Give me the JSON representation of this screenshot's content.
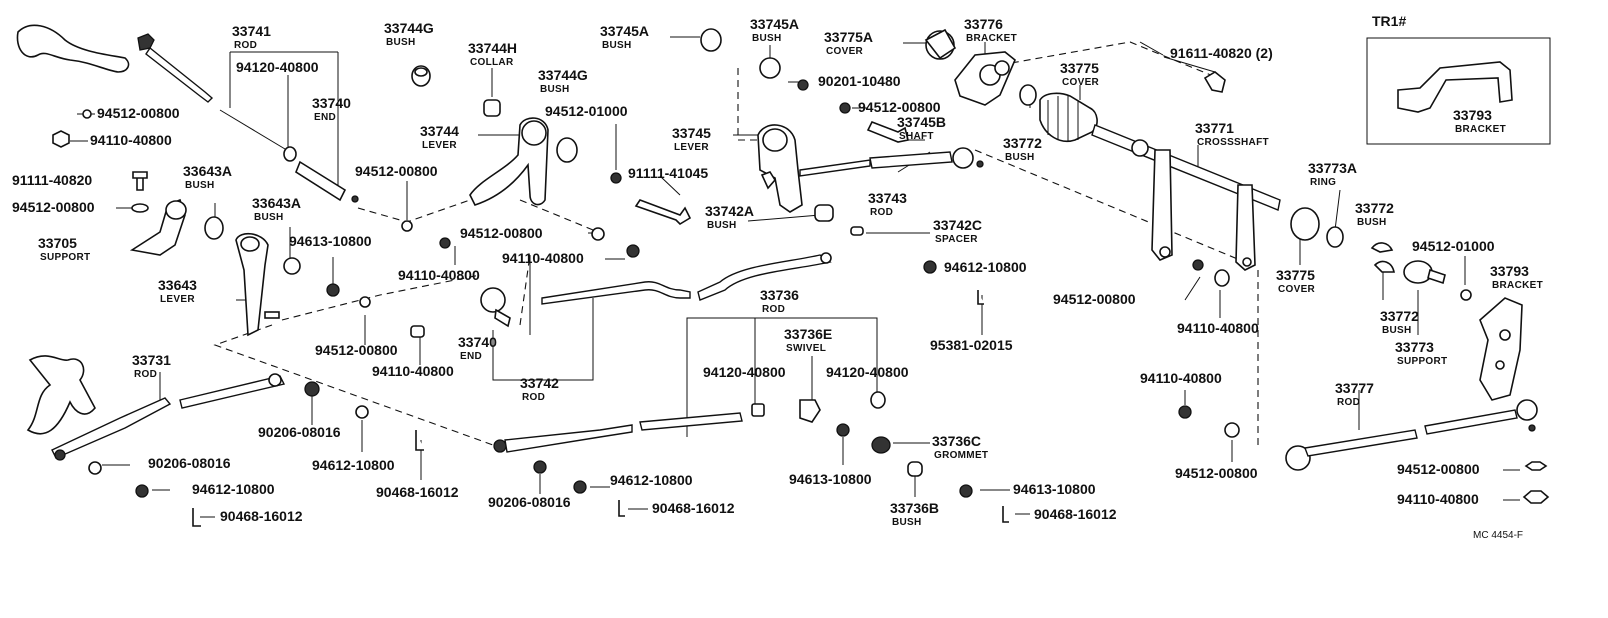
{
  "labels": [
    {
      "id": "p33741",
      "num": "33741",
      "name": "ROD"
    },
    {
      "id": "p94120a",
      "num": "94120-40800",
      "name": ""
    },
    {
      "id": "p33740a",
      "num": "33740",
      "name": "END"
    },
    {
      "id": "p94512a",
      "num": "94512-00800",
      "name": ""
    },
    {
      "id": "p94110a",
      "num": "94110-40800",
      "name": ""
    },
    {
      "id": "p91111a",
      "num": "91111-40820",
      "name": ""
    },
    {
      "id": "p94512b",
      "num": "94512-00800",
      "name": ""
    },
    {
      "id": "p33643Aa",
      "num": "33643A",
      "name": "BUSH"
    },
    {
      "id": "p33643Ab",
      "num": "33643A",
      "name": "BUSH"
    },
    {
      "id": "p33705",
      "num": "33705",
      "name": "SUPPORT"
    },
    {
      "id": "p33643",
      "num": "33643",
      "name": "LEVER"
    },
    {
      "id": "p94613a",
      "num": "94613-10800",
      "name": ""
    },
    {
      "id": "p33731",
      "num": "33731",
      "name": "ROD"
    },
    {
      "id": "p90206a",
      "num": "90206-08016",
      "name": ""
    },
    {
      "id": "p94612a",
      "num": "94612-10800",
      "name": ""
    },
    {
      "id": "p90468a",
      "num": "90468-16012",
      "name": ""
    },
    {
      "id": "p90206b",
      "num": "90206-08016",
      "name": ""
    },
    {
      "id": "p94612b",
      "num": "94612-10800",
      "name": ""
    },
    {
      "id": "p90468b",
      "num": "90468-16012",
      "name": ""
    },
    {
      "id": "p33744G",
      "num": "33744G",
      "name": "BUSH"
    },
    {
      "id": "p33744H",
      "num": "33744H",
      "name": "COLLAR"
    },
    {
      "id": "p33744Gb",
      "num": "33744G",
      "name": "BUSH"
    },
    {
      "id": "p33744",
      "num": "33744",
      "name": "LEVER"
    },
    {
      "id": "p94512c",
      "num": "94512-00800",
      "name": ""
    },
    {
      "id": "p94512d",
      "num": "94512-01000",
      "name": ""
    },
    {
      "id": "p94512e",
      "num": "94512-00800",
      "name": ""
    },
    {
      "id": "p94110b",
      "num": "94110-40800",
      "name": ""
    },
    {
      "id": "p94110c",
      "num": "94110-40800",
      "name": ""
    },
    {
      "id": "p94512f",
      "num": "94512-00800",
      "name": ""
    },
    {
      "id": "p94110d",
      "num": "94110-40800",
      "name": ""
    },
    {
      "id": "p33740b",
      "num": "33740",
      "name": "END"
    },
    {
      "id": "p33742",
      "num": "33742",
      "name": "ROD"
    },
    {
      "id": "p33745Aa",
      "num": "33745A",
      "name": "BUSH"
    },
    {
      "id": "p33745Ab",
      "num": "33745A",
      "name": "BUSH"
    },
    {
      "id": "p90201",
      "num": "90201-10480",
      "name": ""
    },
    {
      "id": "p91111b",
      "num": "91111-41045",
      "name": ""
    },
    {
      "id": "p33745",
      "num": "33745",
      "name": "LEVER"
    },
    {
      "id": "p33745B",
      "num": "33745B",
      "name": "SHAFT"
    },
    {
      "id": "p94512g",
      "num": "94512-00800",
      "name": ""
    },
    {
      "id": "p33743",
      "num": "33743",
      "name": "ROD"
    },
    {
      "id": "p33742A",
      "num": "33742A",
      "name": "BUSH"
    },
    {
      "id": "p33742C",
      "num": "33742C",
      "name": "SPACER"
    },
    {
      "id": "p94612c",
      "num": "94612-10800",
      "name": ""
    },
    {
      "id": "p95381",
      "num": "95381-02015",
      "name": ""
    },
    {
      "id": "p33736",
      "num": "33736",
      "name": "ROD"
    },
    {
      "id": "p33736E",
      "num": "33736E",
      "name": "SWIVEL"
    },
    {
      "id": "p94120b",
      "num": "94120-40800",
      "name": ""
    },
    {
      "id": "p94120c",
      "num": "94120-40800",
      "name": ""
    },
    {
      "id": "p90206c",
      "num": "90206-08016",
      "name": ""
    },
    {
      "id": "p94612d",
      "num": "94612-10800",
      "name": ""
    },
    {
      "id": "p90468c",
      "num": "90468-16012",
      "name": ""
    },
    {
      "id": "p94613b",
      "num": "94613-10800",
      "name": ""
    },
    {
      "id": "p33736C",
      "num": "33736C",
      "name": "GROMMET"
    },
    {
      "id": "p33736B",
      "num": "33736B",
      "name": "BUSH"
    },
    {
      "id": "p94613c",
      "num": "94613-10800",
      "name": ""
    },
    {
      "id": "p90468d",
      "num": "90468-16012",
      "name": ""
    },
    {
      "id": "p33775A",
      "num": "33775A",
      "name": "COVER"
    },
    {
      "id": "p33776",
      "num": "33776",
      "name": "BRACKET"
    },
    {
      "id": "p91611",
      "num": "91611-40820 (2)",
      "name": ""
    },
    {
      "id": "p33775a",
      "num": "33775",
      "name": "COVER"
    },
    {
      "id": "p33772a",
      "num": "33772",
      "name": "BUSH"
    },
    {
      "id": "p33771",
      "num": "33771",
      "name": "CROSSSHAFT"
    },
    {
      "id": "p33773A",
      "num": "33773A",
      "name": "RING"
    },
    {
      "id": "p33775b",
      "num": "33775",
      "name": "COVER"
    },
    {
      "id": "p94512h",
      "num": "94512-00800",
      "name": ""
    },
    {
      "id": "p94110e",
      "num": "94110-40800",
      "name": ""
    },
    {
      "id": "p94110f",
      "num": "94110-40800",
      "name": ""
    },
    {
      "id": "p94512i",
      "num": "94512-00800",
      "name": ""
    },
    {
      "id": "p33777",
      "num": "33777",
      "name": "ROD"
    },
    {
      "id": "p33772b",
      "num": "33772",
      "name": "BUSH"
    },
    {
      "id": "p33772c",
      "num": "33772",
      "name": "BUSH"
    },
    {
      "id": "p94512j",
      "num": "94512-01000",
      "name": ""
    },
    {
      "id": "p33773",
      "num": "33773",
      "name": "SUPPORT"
    },
    {
      "id": "p33793a",
      "num": "33793",
      "name": "BRACKET"
    },
    {
      "id": "p94512k",
      "num": "94512-00800",
      "name": ""
    },
    {
      "id": "p94110g",
      "num": "94110-40800",
      "name": ""
    },
    {
      "id": "p33793b",
      "num": "33793",
      "name": "BRACKET"
    }
  ],
  "inset": {
    "title": "TR1#"
  },
  "footer": {
    "code": "MC 4454-F"
  }
}
